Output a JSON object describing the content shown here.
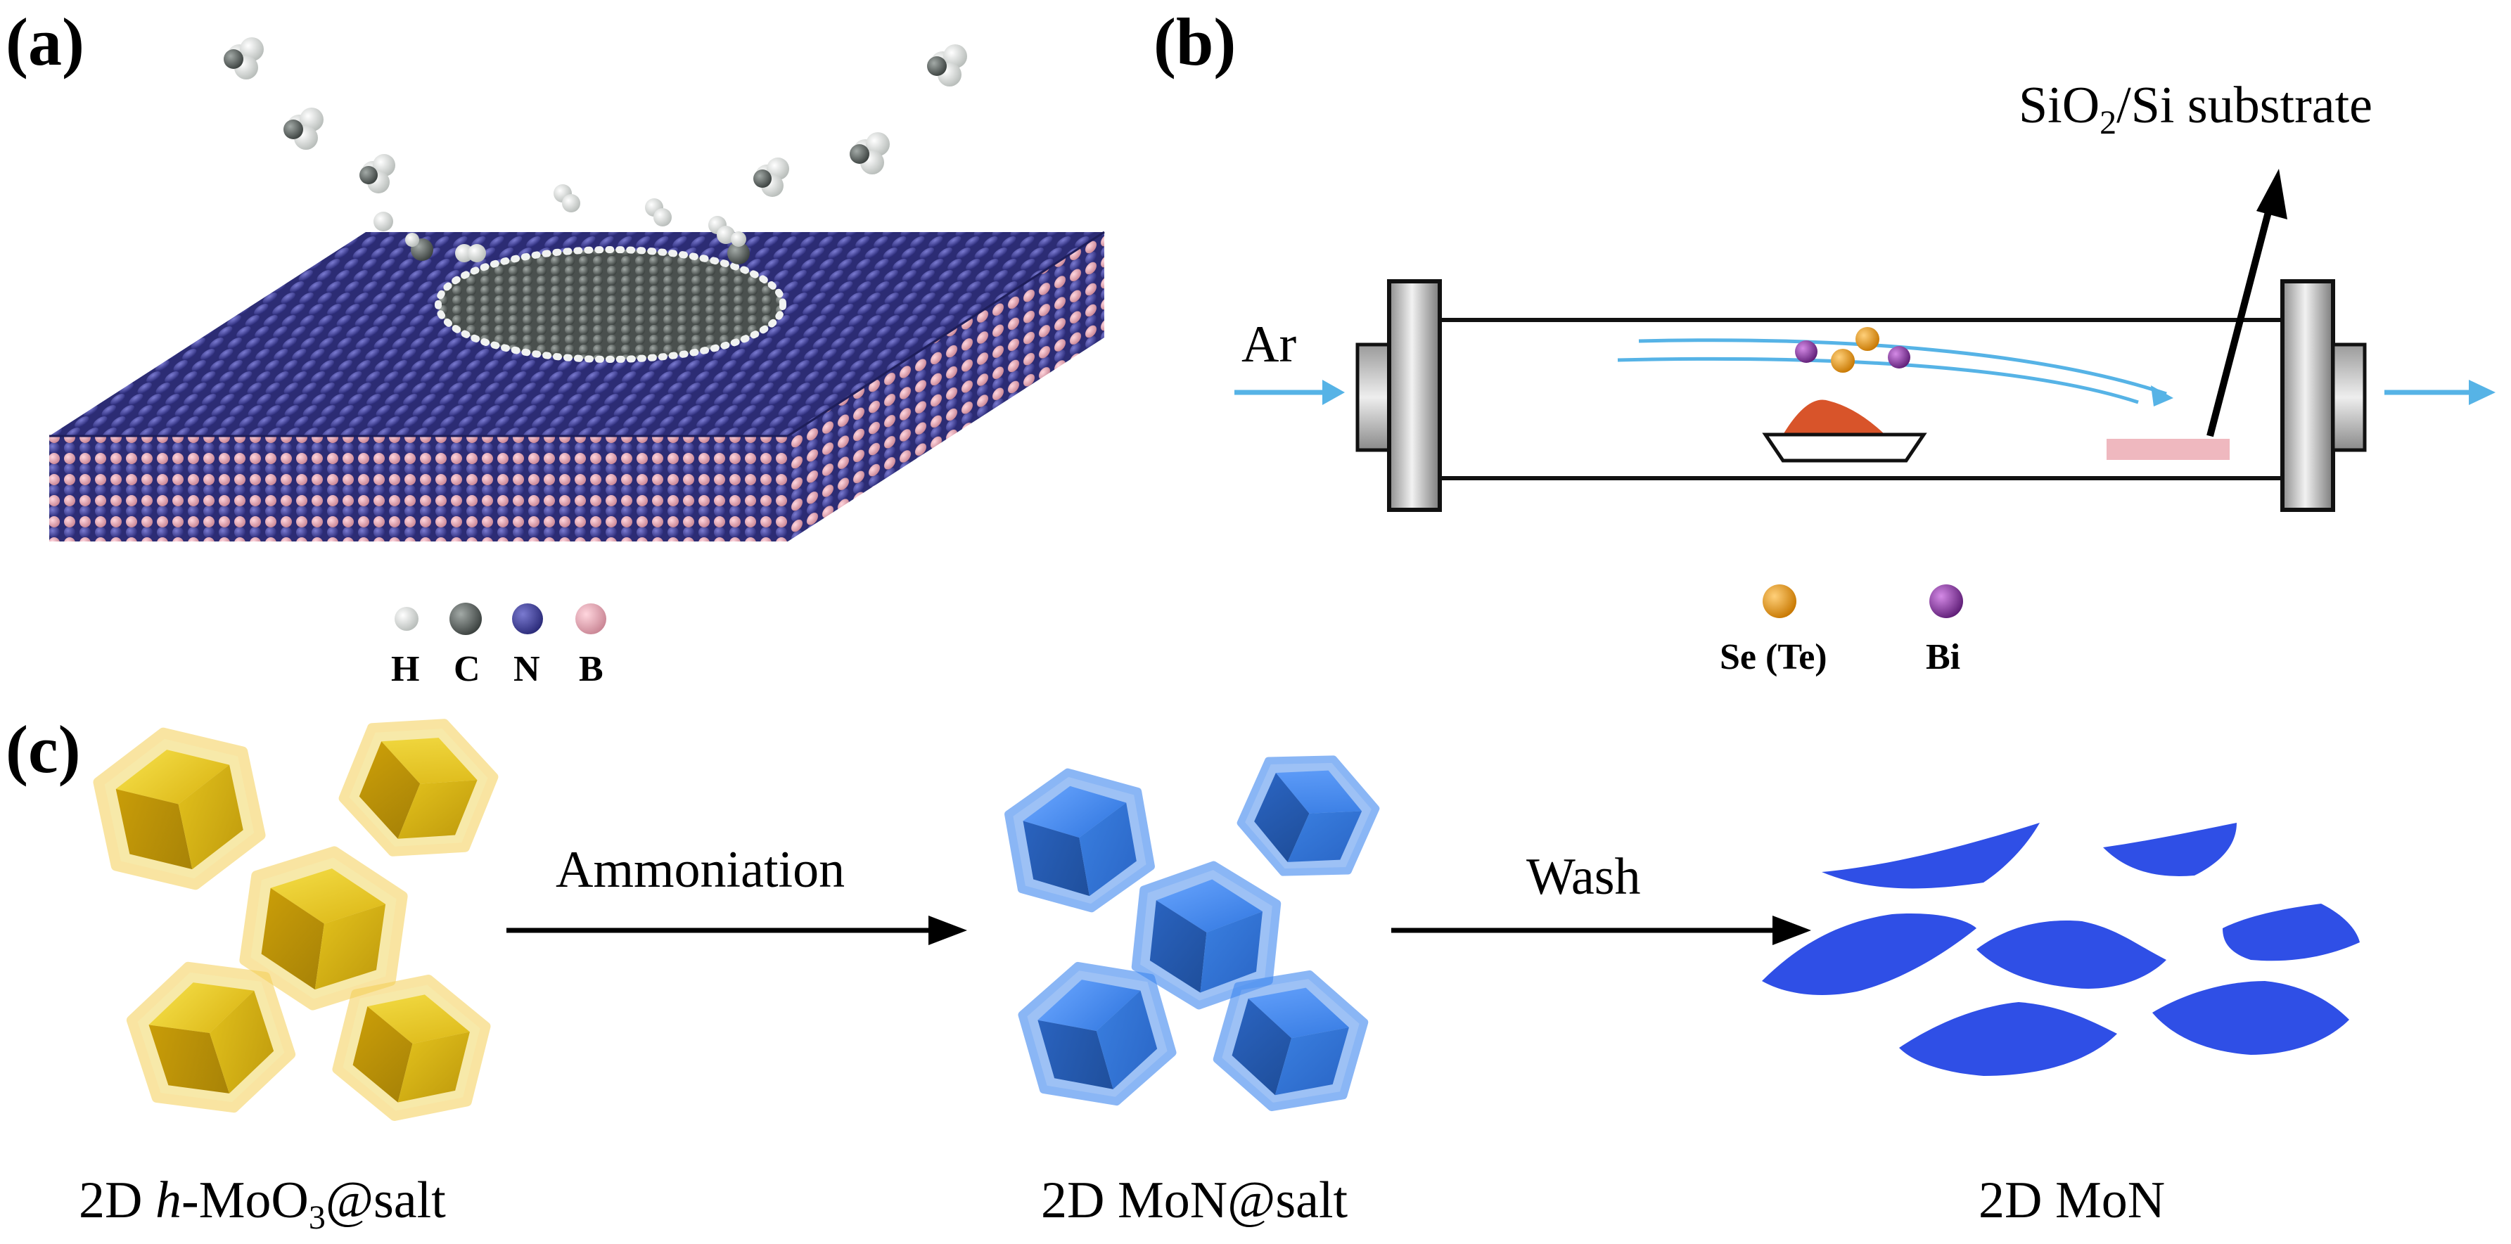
{
  "panels": {
    "a": {
      "label": "(a)",
      "legend": [
        "H",
        "C",
        "N",
        "B"
      ]
    },
    "b": {
      "label": "(b)",
      "gas": "Ar",
      "substrate_label": "SiO",
      "substrate_sub": "2",
      "substrate_rest": "/Si substrate",
      "legend": [
        "Se (Te)",
        "Bi"
      ]
    },
    "c": {
      "label": "(c)",
      "step1": "Ammoniation",
      "step2": "Wash",
      "item1_pre": "2D ",
      "item1_italic": "h",
      "item1_mid": "-MoO",
      "item1_sub": "3",
      "item1_post": "@salt",
      "item2": "2D MoN@salt",
      "item3": "2D MoN"
    }
  },
  "colors": {
    "nitrogen": "#3a3a8e",
    "boron": "#e7a7b4",
    "carbon": "#5b6360",
    "hydrogen": "#e8ece9",
    "flow_arrow": "#56b3e6",
    "selenium": "#f0a020",
    "bismuth": "#8a3aa0",
    "precursor": "#d8542a",
    "substrate": "#efb8bf",
    "cube_yellow": "#e3c21d",
    "cube_blue": "#3a7fe0",
    "sheet_blue": "#2f4fe6"
  }
}
